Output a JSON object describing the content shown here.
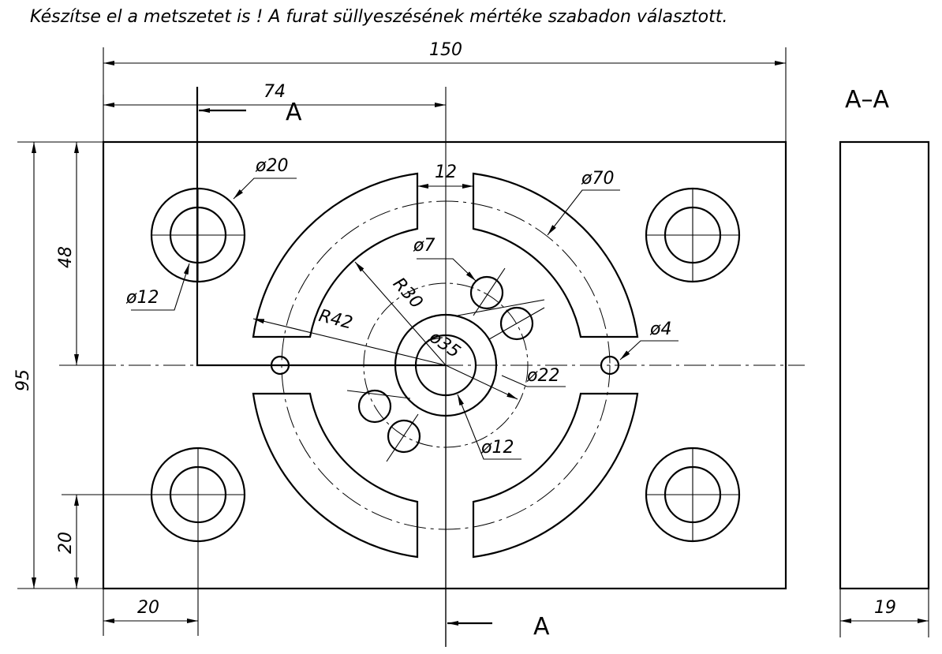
{
  "instruction": "Készítse el a metszetet is ! A furat süllyeszésének mértéke szabadon választott.",
  "section_title": "A–A",
  "section_mark": "A",
  "dimensions": {
    "overall_width": "150",
    "section_offset": "74",
    "overall_height": "95",
    "upper_height": "48",
    "lower_height": "20",
    "left_offset": "20",
    "slot_gap": "12",
    "outer_diameter": "ø70",
    "corner_outer": "ø20",
    "corner_inner": "ø12",
    "radius_outer": "R42",
    "radius_inner": "R30",
    "small_hole": "ø7",
    "tiny_hole": "ø4",
    "hub_diameter": "ø35",
    "pitch_diameter": "ø22",
    "bore_diameter": "ø12",
    "side_thickness": "19"
  }
}
